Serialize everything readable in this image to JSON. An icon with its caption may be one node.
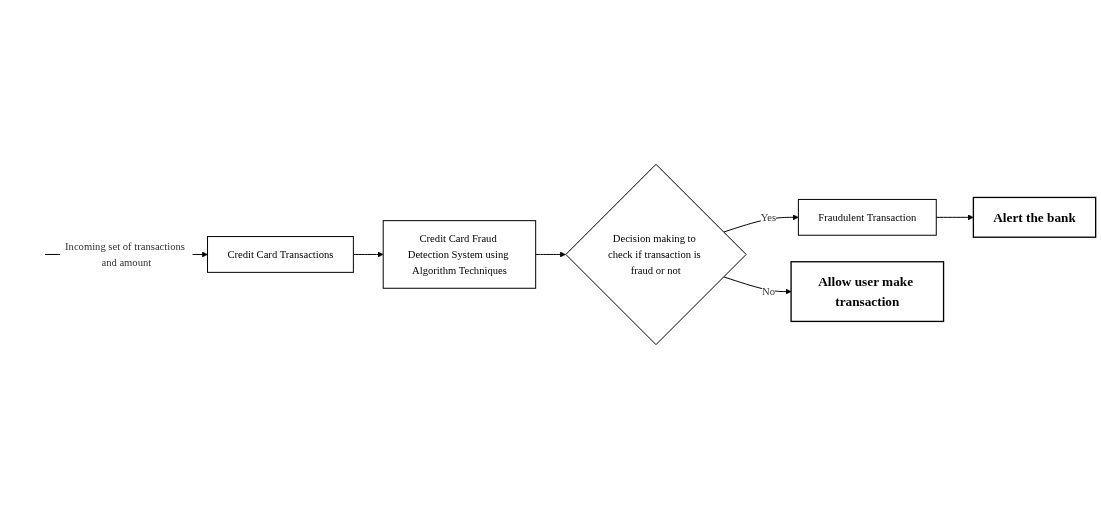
{
  "diagram": {
    "nodes": [
      {
        "text": [
          "Credit Card Transactions"
        ]
      },
      {
        "text": [
          "Credit Card Fraud Detection System using Algorithm Techniques"
        ]
      },
      {
        "text": [
          "Decision making to check if transaction is fraud or not"
        ]
      },
      {
        "text": [
          "Fraudulent Transaction"
        ]
      },
      {
        "text": [
          "Allow user make transaction"
        ]
      },
      {
        "text": [
          "Alert the bank"
        ]
      }
    ],
    "edges": [
      {
        "from": null,
        "to": 0,
        "arrow": "to",
        "label": "Incoming set of transactions and amount"
      },
      {
        "from": 0,
        "to": 1,
        "arrow": "to"
      },
      {
        "from": 1,
        "to": 2,
        "arrow": "to"
      },
      {
        "from": 2,
        "to": 3,
        "arrow": "to",
        "label": "Yes"
      },
      {
        "from": 2,
        "to": 4,
        "arrow": "to",
        "label": "No"
      },
      {
        "from": 3,
        "to": 5,
        "arrow": "to"
      }
    ]
  }
}
